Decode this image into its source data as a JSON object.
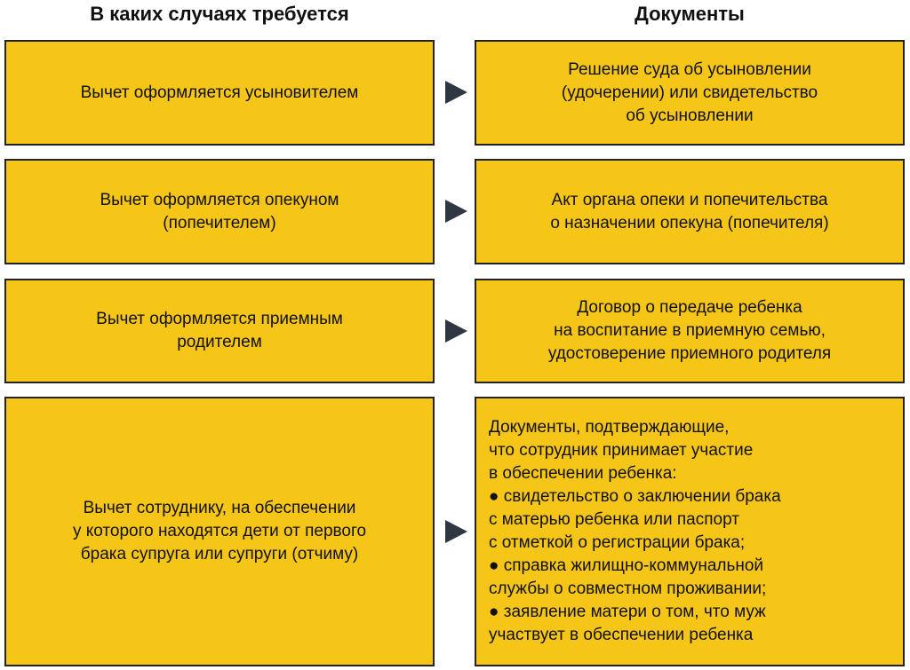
{
  "headers": {
    "left": "В каких случаях требуется",
    "right": "Документы"
  },
  "rows": [
    {
      "case": "Вычет оформляется усыновителем",
      "documents": "Решение суда об усыновлении\n(удочерении) или свидетельство\nоб усыновлении"
    },
    {
      "case": "Вычет оформляется опекуном\n(попечителем)",
      "documents": "Акт органа опеки и попечительства\nо назначении опекуна (попечителя)"
    },
    {
      "case": "Вычет оформляется приемным\nродителем",
      "documents": "Договор о передаче ребенка\nна воспитание в приемную семью,\nудостоверение приемного родителя"
    },
    {
      "case": "Вычет сотруднику, на обеспечении\nу которого находятся дети от первого\nбрака супруга или супруги (отчиму)",
      "documents": "Документы, подтверждающие,\nчто сотрудник принимает участие\nв обеспечении ребенка:\n● свидетельство о заключении брака\nс матерью ребенка или паспорт\nс отметкой о регистрации брака;\n● справка жилищно-коммунальной\nслужбы о совместном проживании;\n● заявление матери о том, что муж\nучаствует в обеспечении ребенка"
    }
  ],
  "colors": {
    "box_fill": "#f5c518",
    "box_border": "#222222",
    "arrow": "#2f3742"
  },
  "icons": {
    "arrow": "triangle-right-arrow-icon"
  }
}
